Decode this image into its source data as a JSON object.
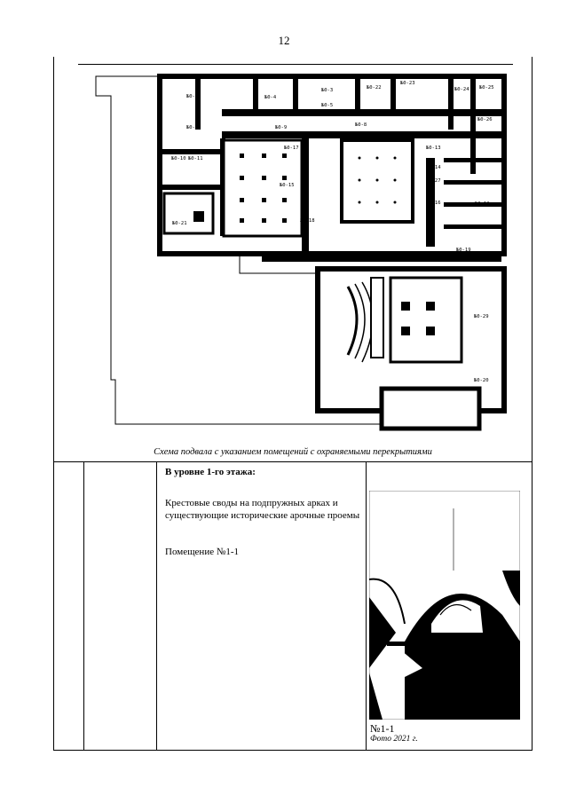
{
  "page": {
    "number": "12"
  },
  "plan": {
    "caption": "Схема подвала с указанием помещений с охраняемыми перекрытиями",
    "rooms": [
      "№0-2",
      "№0-4",
      "№0-3",
      "№0-22",
      "№0-23",
      "№0-24",
      "№0-25",
      "№0-1",
      "№0-5",
      "№0-26",
      "№0-9",
      "№0-8",
      "№0-10",
      "№0-11",
      "№0-17",
      "№0-13",
      "№0-14",
      "№0-15",
      "№0-27",
      "№0-16",
      "№0-12",
      "№0-18",
      "№0-21",
      "№0-19",
      "№0-29",
      "№0-20"
    ]
  },
  "section": {
    "level_title": "В уровне 1-го этажа:",
    "description": "Крестовые своды на подпружных арках и существующие исторические арочные проемы",
    "room_label": "Помещение №1-1",
    "photo_label": "№1-1",
    "photo_date": "Фото 2021 г."
  }
}
